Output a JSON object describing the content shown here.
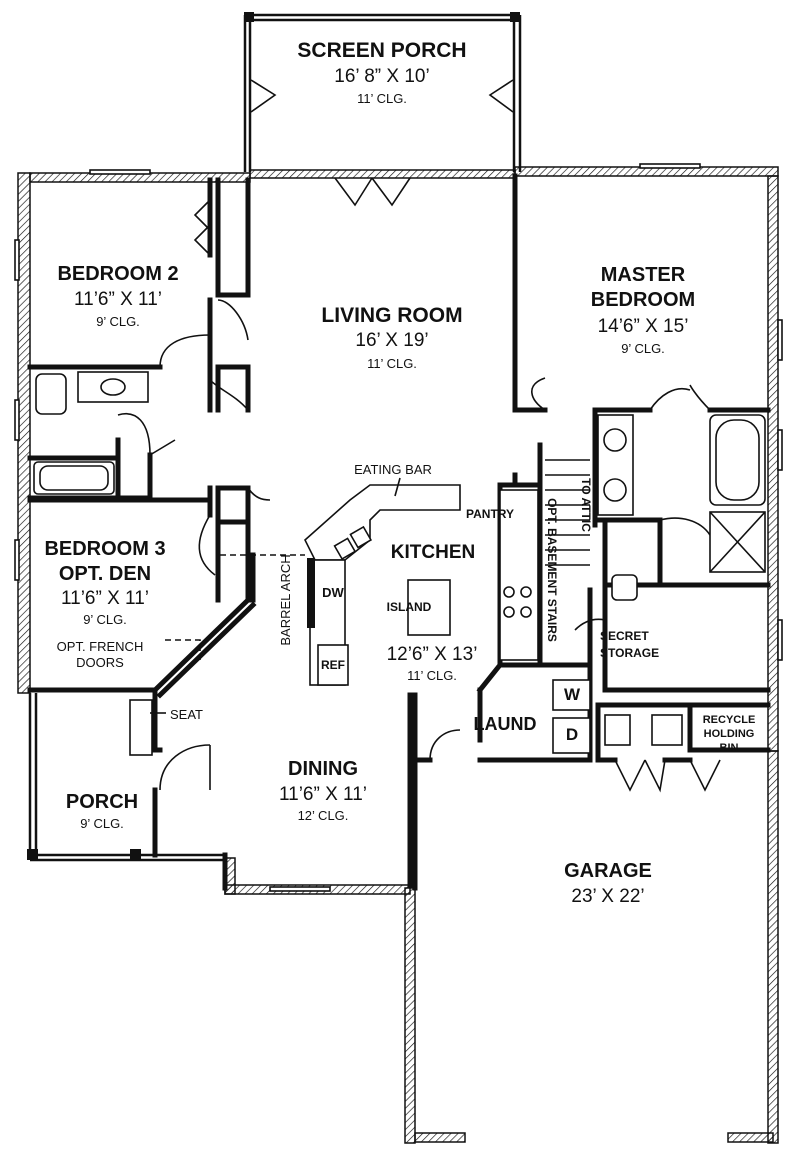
{
  "rooms": {
    "screen_porch": {
      "name": "SCREEN PORCH",
      "dim": "16’ 8” X 10’",
      "clg": "11’ CLG."
    },
    "bedroom2": {
      "name": "BEDROOM 2",
      "dim": "11’6” X 11’",
      "clg": "9’ CLG."
    },
    "living": {
      "name": "LIVING ROOM",
      "dim": "16’ X 19’",
      "clg": "11’ CLG."
    },
    "master": {
      "name_line1": "MASTER",
      "name_line2": "BEDROOM",
      "dim": "14’6” X 15’",
      "clg": "9’ CLG."
    },
    "bedroom3": {
      "name_line1": "BEDROOM 3",
      "name_line2": "OPT. DEN",
      "dim": "11’6” X 11’",
      "clg": "9’ CLG."
    },
    "kitchen": {
      "name": "KITCHEN",
      "dim": "12’6” X 13’",
      "clg": "11’ CLG."
    },
    "dining": {
      "name": "DINING",
      "dim": "11’6” X 11’",
      "clg": "12’ CLG."
    },
    "porch": {
      "name": "PORCH",
      "clg": "9’ CLG."
    },
    "garage": {
      "name": "GARAGE",
      "dim": "23’ X 22’"
    },
    "laund": {
      "name": "LAUND"
    }
  },
  "labels": {
    "eating_bar": "EATING BAR",
    "pantry": "PANTRY",
    "to_attic": "TO ATTIC",
    "opt_basement_stairs": "OPT. BASEMENT STAIRS",
    "barrel_arch": "BARREL ARCH",
    "dw": "DW",
    "ref": "REF",
    "island": "ISLAND",
    "opt_french_doors_1": "OPT. FRENCH",
    "opt_french_doors_2": "DOORS",
    "seat": "SEAT",
    "secret_storage_1": "SECRET",
    "secret_storage_2": "STORAGE",
    "washer": "W",
    "dryer": "D",
    "recycle_1": "RECYCLE",
    "recycle_2": "HOLDING",
    "recycle_3": "BIN"
  },
  "colors": {
    "ink": "#111111",
    "paper": "#ffffff"
  }
}
